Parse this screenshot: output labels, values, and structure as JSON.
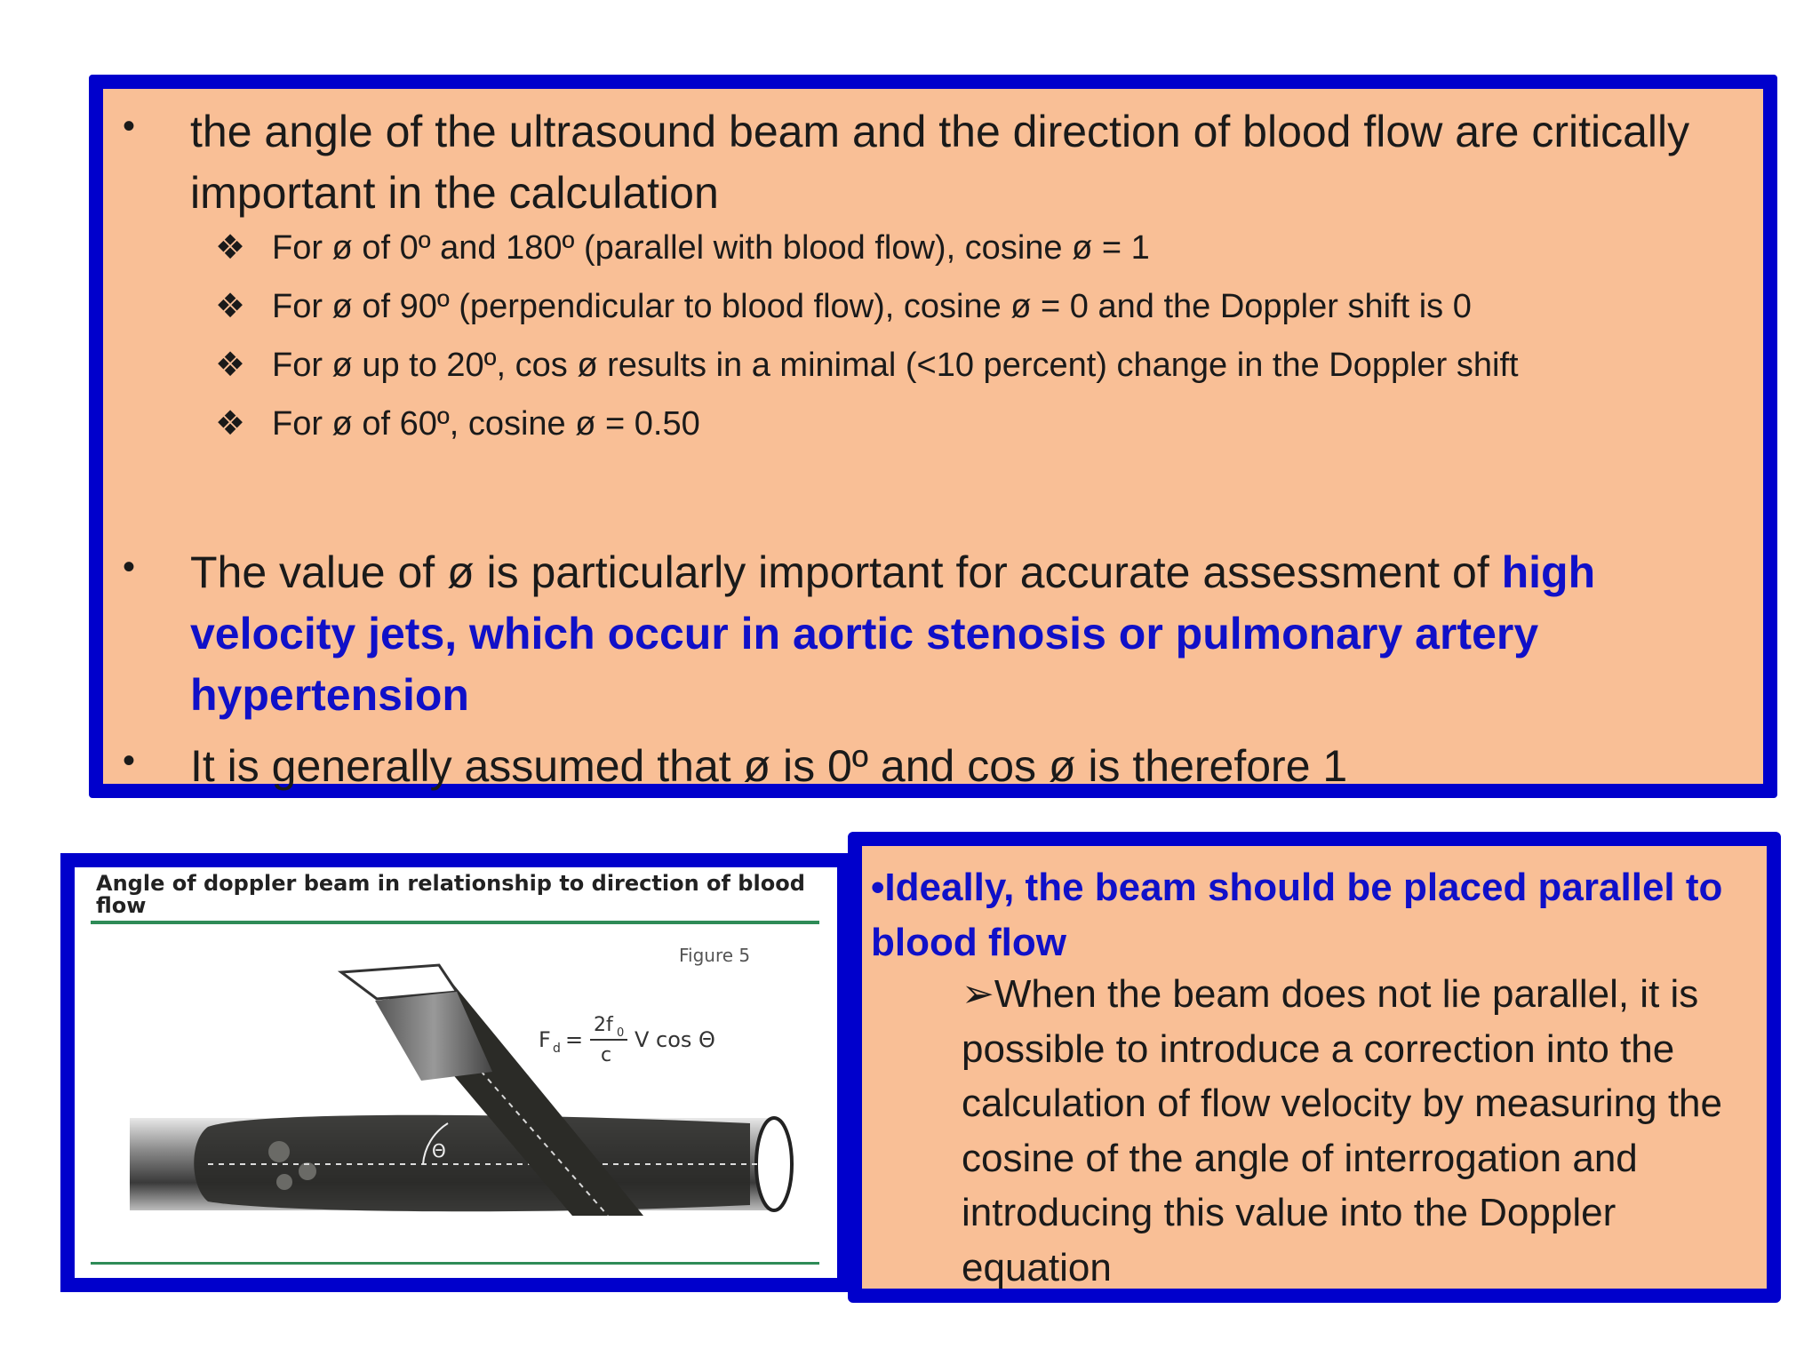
{
  "top": {
    "bullet1": "the angle of the ultrasound beam and the direction of blood flow are critically important in the calculation",
    "sub_items": [
      "For ø of 0º and 180º (parallel with blood flow), cosine ø = 1",
      "For ø of 90º (perpendicular to blood flow), cosine ø = 0 and the Doppler shift is 0",
      "For ø up to 20º, cos ø results in a minimal (<10 percent) change in the Doppler shift",
      "For ø of 60º, cosine ø = 0.50"
    ],
    "bullet2_plain": "The value of ø is particularly important for accurate assessment of ",
    "bullet2_highlight": "high velocity jets, which occur in aortic stenosis or pulmonary artery hypertension",
    "bullet3": "It is generally assumed that ø is 0º and cos ø is therefore 1",
    "bullet_symbol": "•",
    "sub_symbol": "❖"
  },
  "figure": {
    "title": "Angle of doppler beam in relationship to direction of blood flow",
    "label": "Figure 5",
    "formula_lhs": "F",
    "formula_lhs_sub": "d",
    "formula_eq": "=",
    "formula_num": "2f",
    "formula_num_sub": "0",
    "formula_den": "c",
    "formula_rhs": "V cos Θ",
    "angle_symbol": "Θ"
  },
  "right": {
    "heading": "•Ideally, the beam should be placed parallel to blood flow",
    "body": "➢When the beam does not lie parallel, it is possible to introduce a correction into the calculation of flow velocity by measuring the cosine of the angle of interrogation and introducing this value into the Doppler equation"
  },
  "colors": {
    "box_bg": "#f9bf96",
    "border": "#0000cc",
    "highlight": "#1010c8",
    "rule": "#2e8b57"
  }
}
